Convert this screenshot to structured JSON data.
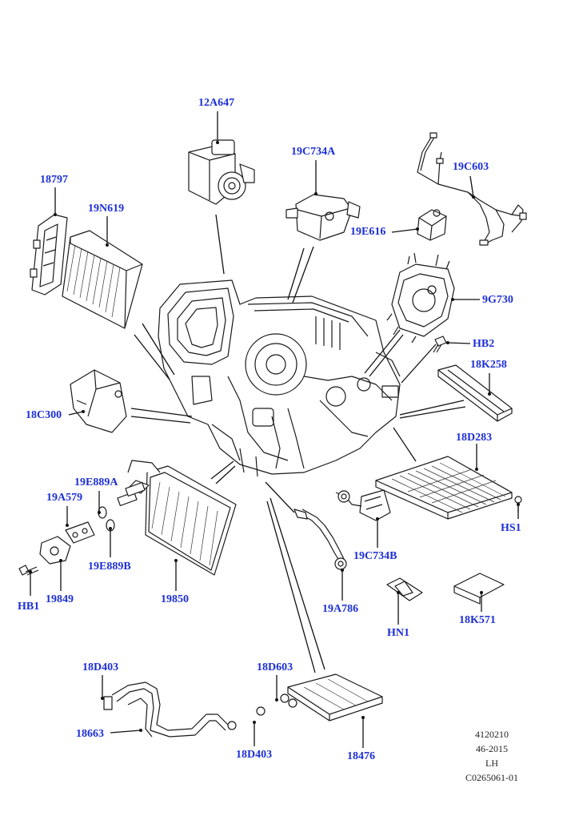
{
  "diagram": {
    "callouts": {
      "c12A647": "12A647",
      "c19C734A": "19C734A",
      "c19C603": "19C603",
      "c18797": "18797",
      "c19N619": "19N619",
      "c19E616": "19E616",
      "c9G730": "9G730",
      "cHB2": "HB2",
      "c18K258": "18K258",
      "c18C300": "18C300",
      "c18D283": "18D283",
      "c19E889A": "19E889A",
      "c19A579": "19A579",
      "cHS1": "HS1",
      "c19C734B": "19C734B",
      "c19E889B": "19E889B",
      "cHB1": "HB1",
      "c19849": "19849",
      "c19850": "19850",
      "c19A786": "19A786",
      "cHN1": "HN1",
      "c18K571": "18K571",
      "c18D403a": "18D403",
      "c18D603": "18D603",
      "c18663": "18663",
      "c18D403b": "18D403",
      "c18476": "18476"
    },
    "reference": {
      "line1": "4120210",
      "line2": "46-2015",
      "line3": "LH",
      "line4": "C0265061-01"
    }
  }
}
